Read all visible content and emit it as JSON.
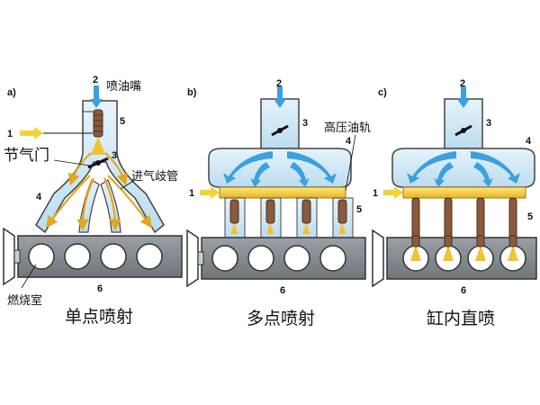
{
  "panels": {
    "a": {
      "letter": "a)",
      "caption": "单点喷射"
    },
    "b": {
      "letter": "b)",
      "caption": "多点喷射"
    },
    "c": {
      "letter": "c)",
      "caption": "缸内直喷"
    }
  },
  "labels": {
    "injector": "喷油嘴",
    "throttle": "节气门",
    "intake_manifold": "进气歧管",
    "combustion_chamber": "燃烧室",
    "fuel_rail": "高压油轨"
  },
  "numbers": {
    "n1": "1",
    "n2": "2",
    "n3": "3",
    "n4": "4",
    "n5": "5",
    "n6": "6"
  },
  "colors": {
    "air": "#3aa0e0",
    "air_light": "#cfe8f7",
    "fuel": "#f1c232",
    "rail": "#f2d233",
    "engine": "#8a8f94",
    "injector": "#8a5a3c"
  }
}
